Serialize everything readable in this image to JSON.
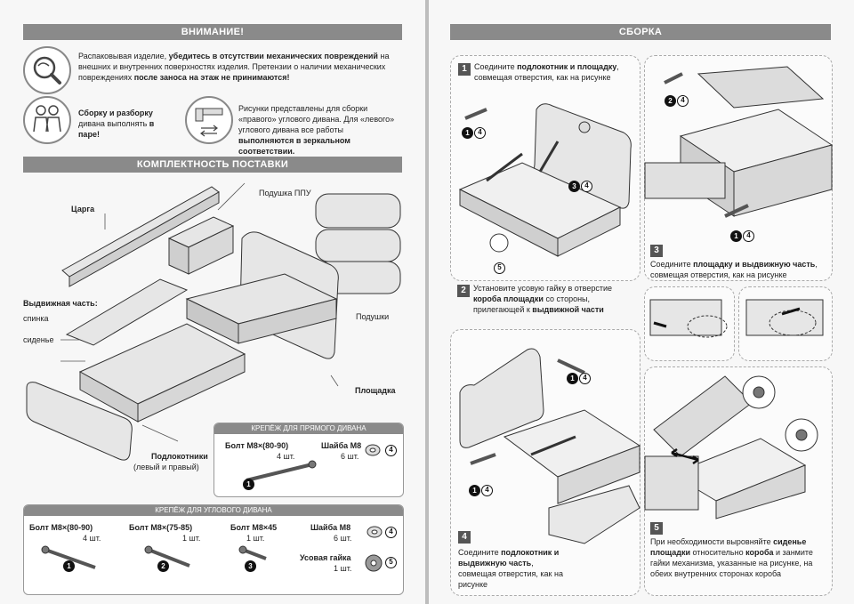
{
  "left": {
    "warning_header": "ВНИМАНИЕ!",
    "warning_text_html": "Распаковывая изделие, <b>убедитесь в отсутствии механических повреждений</b> на внешних и внутренних поверхностях изделия. Претензии о наличии механических повреждениях <b>после заноса на этаж не принимаются!</b>",
    "pair_text_html": "<b>Сборку и разборку</b> дивана выполнять <b>в паре!</b>",
    "mirror_text_html": "Рисунки представлены для сборки «правого» углового дивана. Для «левого» углового дивана все работы <b>выполняются в зеркальном соответствии.</b>",
    "kit_header": "КОМПЛЕКТНОСТЬ ПОСТАВКИ",
    "labels": {
      "tsarga": "Царга",
      "pillow_ppu": "Подушка ППУ",
      "sliding": "Выдвижная часть:",
      "back": "спинка",
      "seat": "сиденье",
      "pillows": "Подушки",
      "platform": "Площадка",
      "armrests": "Подлокотники",
      "armrests_sub": "(левый и правый)"
    },
    "fastener_straight": {
      "title": "КРЕПЁЖ ДЛЯ ПРЯМОГО ДИВАНА",
      "bolt_name": "Болт М8×(80-90)",
      "bolt_qty": "4 шт.",
      "bolt_num": "1",
      "washer_name": "Шайба М8",
      "washer_qty": "6 шт.",
      "washer_num": "4"
    },
    "fastener_corner": {
      "title": "КРЕПЁЖ ДЛЯ УГЛОВОГО ДИВАНА",
      "items": [
        {
          "name": "Болт М8×(80-90)",
          "qty": "4 шт.",
          "num": "1"
        },
        {
          "name": "Болт М8×(75-85)",
          "qty": "1 шт.",
          "num": "2"
        },
        {
          "name": "Болт М8×45",
          "qty": "1 шт.",
          "num": "3"
        },
        {
          "name": "Шайба М8",
          "qty": "6 шт.",
          "num": "4"
        },
        {
          "name": "Усовая гайка",
          "qty": "1 шт.",
          "num": "5"
        }
      ]
    }
  },
  "right": {
    "assembly_header": "СБОРКА",
    "steps": [
      {
        "num": "1",
        "html": "Соедините <b>подлокотник и площадку</b>, совмещая отверстия, как на рисунке"
      },
      {
        "num": "2",
        "html": "Установите усовую гайку в отверстие <b>короба площадки</b> со стороны, прилегающей к <b>выдвижной части</b>"
      },
      {
        "num": "3",
        "html": "Соедините <b>площадку и выдвижную часть</b>, совмещая отверстия, как на рисунке"
      },
      {
        "num": "4",
        "html": "Соедините <b>подлокотник и выдвижную часть</b>, совмещая отверстия, как на рисунке"
      },
      {
        "num": "5",
        "html": "При необходимости выровняйте <b>сиденье площадки</b> относительно <b>короба</b> и занмите гайки механизма, указанные на рисунке, на обеих внутренних сторонах короба"
      }
    ],
    "callouts": {
      "s1a": [
        "1",
        "4"
      ],
      "s1b": [
        "3",
        "4"
      ],
      "s1c": "5",
      "s3a": [
        "2",
        "4"
      ],
      "s3b": [
        "1",
        "4"
      ],
      "s4a": [
        "1",
        "4"
      ],
      "s4b": [
        "1",
        "4"
      ]
    }
  }
}
